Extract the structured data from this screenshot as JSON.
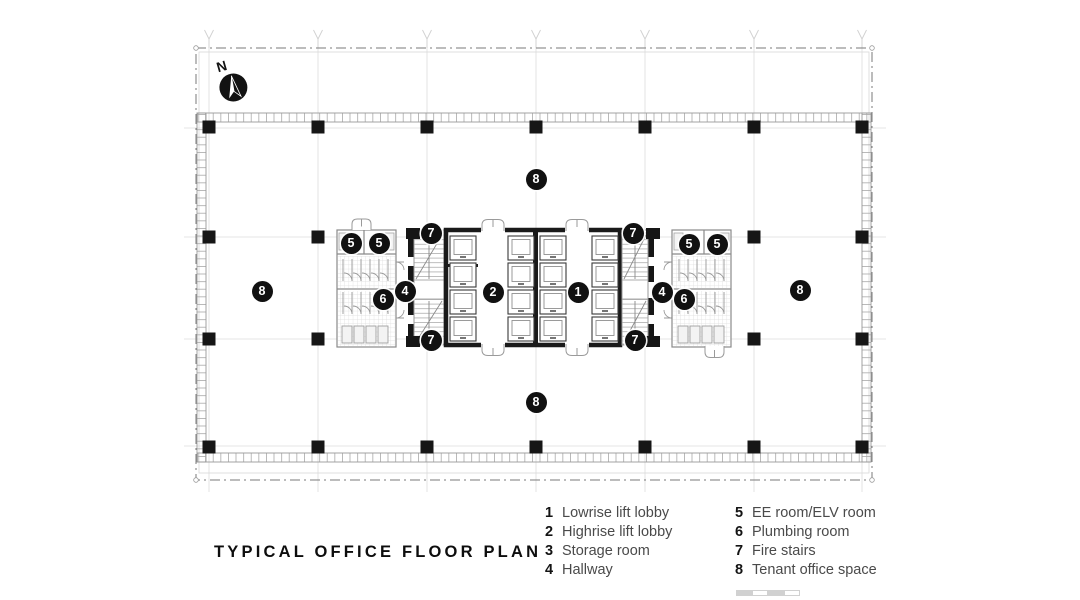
{
  "title": "TYPICAL OFFICE FLOOR PLAN",
  "compass": {
    "label": "N"
  },
  "legend": {
    "columns": [
      {
        "items": [
          {
            "num": "1",
            "label": "Lowrise lift lobby"
          },
          {
            "num": "2",
            "label": "Highrise lift lobby"
          },
          {
            "num": "3",
            "label": "Storage room"
          },
          {
            "num": "4",
            "label": "Hallway"
          }
        ]
      },
      {
        "items": [
          {
            "num": "5",
            "label": "EE room/ELV room"
          },
          {
            "num": "6",
            "label": "Plumbing room"
          },
          {
            "num": "7",
            "label": "Fire stairs"
          },
          {
            "num": "8",
            "label": "Tenant office space"
          }
        ]
      }
    ]
  },
  "plan": {
    "badges": [
      {
        "label": "8"
      },
      {
        "label": "8"
      },
      {
        "label": "8"
      },
      {
        "label": "8"
      },
      {
        "label": "5"
      },
      {
        "label": "5"
      },
      {
        "label": "6"
      },
      {
        "label": "4"
      },
      {
        "label": "7"
      },
      {
        "label": "7"
      },
      {
        "label": "2"
      },
      {
        "label": "1"
      },
      {
        "label": "7"
      },
      {
        "label": "7"
      },
      {
        "label": "4"
      },
      {
        "label": "6"
      },
      {
        "label": "5"
      },
      {
        "label": "5"
      }
    ],
    "colors": {
      "wall_black": "#1a1a1a",
      "line_gray": "#9a9a9a",
      "grid_gray": "#dcdcdc",
      "badge_bg": "#111111",
      "legend_text": "#4a4a4a",
      "title_text": "#0d0d0d"
    }
  }
}
